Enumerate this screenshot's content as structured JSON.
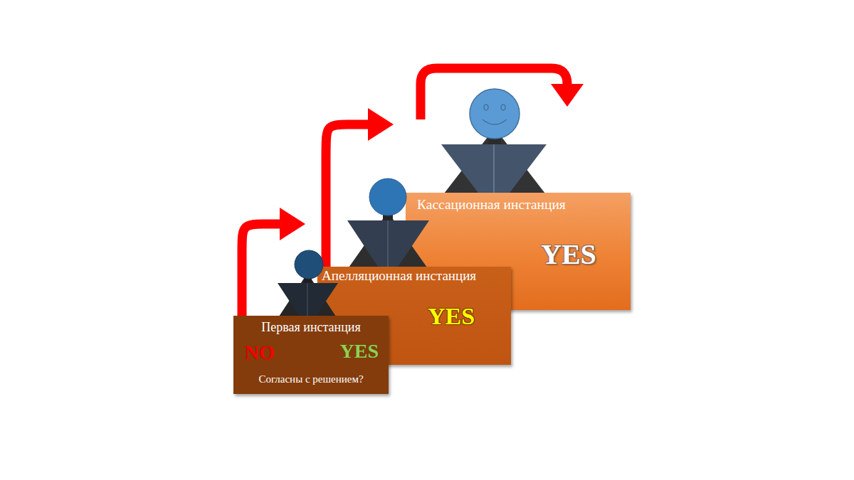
{
  "diagram": {
    "nodes": [
      {
        "text": [
          "Первая инстанция",
          "NO",
          "YES",
          "Согласны с решением?"
        ]
      },
      {
        "text": [
          "Апелляционная инстанция",
          "YES"
        ]
      },
      {
        "text": [
          "Кассационная инстанция",
          "YES"
        ]
      }
    ],
    "edges": [
      {
        "from": 0,
        "to": 1,
        "arrow": "to"
      },
      {
        "from": 1,
        "to": 2,
        "arrow": "to"
      }
    ]
  }
}
